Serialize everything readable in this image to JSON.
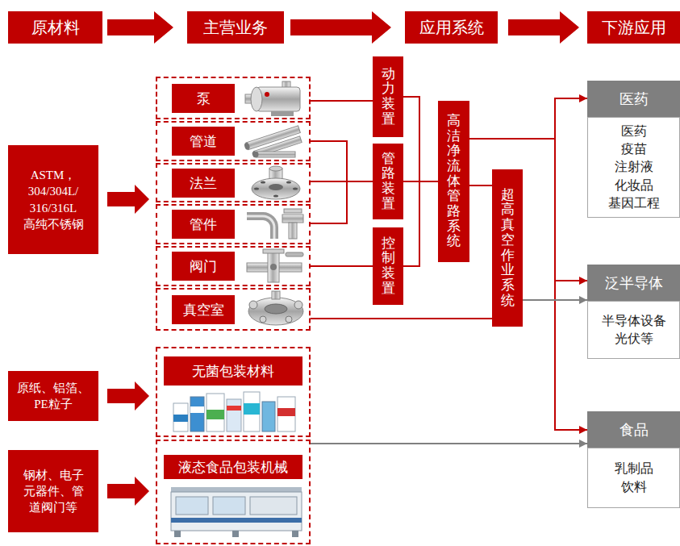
{
  "diagram": {
    "nodes": [
      {
        "text": [
          "原材料"
        ]
      },
      {
        "text": [
          "主营业务"
        ]
      },
      {
        "text": [
          "应用系统"
        ]
      },
      {
        "text": [
          "下游应用"
        ]
      },
      {
        "text": [
          "泵"
        ]
      },
      {
        "text": [
          "管道"
        ]
      },
      {
        "text": [
          "法兰"
        ]
      },
      {
        "text": [
          "管件"
        ]
      },
      {
        "text": [
          "阀门"
        ]
      },
      {
        "text": [
          "真空室"
        ]
      },
      {
        "text": [
          "动力装置"
        ]
      },
      {
        "text": [
          "管路装置"
        ]
      },
      {
        "text": [
          "控制装置"
        ]
      },
      {
        "text": [
          "高洁净流体管路系统"
        ]
      },
      {
        "text": [
          "超高真空作业系统"
        ]
      },
      {
        "text": [
          "医药",
          "医药 疫苗 注射液 化妆品 基因工程"
        ]
      },
      {
        "text": [
          "泛半导体",
          "半导体设备 光伏等"
        ]
      },
      {
        "text": [
          "ASTM， 304/304L/ 316/316L 高纯不锈钢"
        ]
      },
      {
        "text": [
          "原纸、铝箔、 PE粒子"
        ]
      },
      {
        "text": [
          "无菌包装材料"
        ]
      },
      {
        "text": [
          "钢材、电子 元器件、管 道阀门等"
        ]
      },
      {
        "text": [
          "液态食品包装机械"
        ]
      },
      {
        "text": [
          "食品",
          "乳制品 饮料"
        ]
      }
    ],
    "edges": [
      {
        "from": 0,
        "to": 1,
        "arrow": "to"
      },
      {
        "from": 1,
        "to": 2,
        "arrow": "to"
      },
      {
        "from": 2,
        "to": 3,
        "arrow": "to"
      },
      {
        "from": 4,
        "to": 10,
        "arrow": "none"
      },
      {
        "from": 5,
        "to": 11,
        "arrow": "none"
      },
      {
        "from": 6,
        "to": 11,
        "arrow": "none"
      },
      {
        "from": 7,
        "to": 11,
        "arrow": "none"
      },
      {
        "from": 8,
        "to": 12,
        "arrow": "none"
      },
      {
        "from": 10,
        "to": 13,
        "arrow": "none"
      },
      {
        "from": 11,
        "to": 13,
        "arrow": "none"
      },
      {
        "from": 12,
        "to": 13,
        "arrow": "none"
      },
      {
        "from": 9,
        "to": 14,
        "arrow": "none"
      },
      {
        "from": 13,
        "to": 14,
        "arrow": "none"
      },
      {
        "from": 13,
        "to": 15,
        "arrow": "to"
      },
      {
        "from": 13,
        "to": 16,
        "arrow": "to"
      },
      {
        "from": 13,
        "to": 22,
        "arrow": "to"
      },
      {
        "from": 14,
        "to": 16,
        "arrow": "to"
      },
      {
        "from": 18,
        "to": 19,
        "arrow": "to"
      },
      {
        "from": 20,
        "to": 21,
        "arrow": "to"
      },
      {
        "from": 21,
        "to": 22,
        "arrow": "to"
      }
    ]
  }
}
